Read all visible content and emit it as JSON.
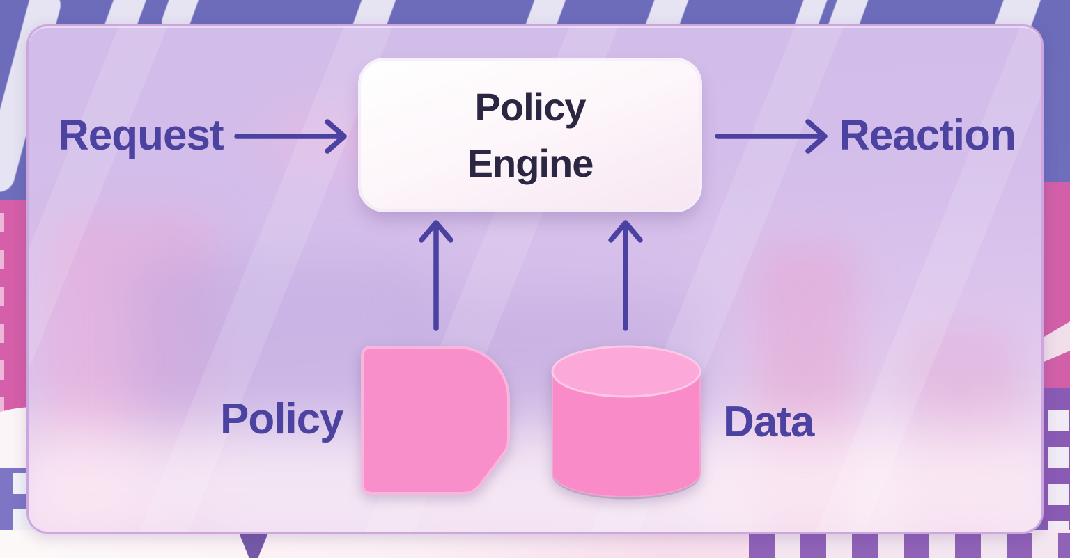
{
  "diagram": {
    "request": {
      "label": "Request"
    },
    "engine": {
      "line1": "Policy",
      "line2": "Engine"
    },
    "reaction": {
      "label": "Reaction"
    },
    "policy": {
      "label": "Policy"
    },
    "data": {
      "label": "Data"
    },
    "flow": [
      {
        "from": "Request",
        "to": "Policy Engine",
        "direction": "right"
      },
      {
        "from": "Policy Engine",
        "to": "Reaction",
        "direction": "right"
      },
      {
        "from": "Policy",
        "to": "Policy Engine",
        "direction": "up"
      },
      {
        "from": "Data",
        "to": "Policy Engine",
        "direction": "up"
      }
    ],
    "colors": {
      "label_text": "#4C43A0",
      "engine_text": "#2B2743",
      "arrow": "#4A41A0",
      "node_pink": "#F98FCA",
      "card_border": "#CDA5DF",
      "background_top": "#6D6DBB"
    }
  }
}
